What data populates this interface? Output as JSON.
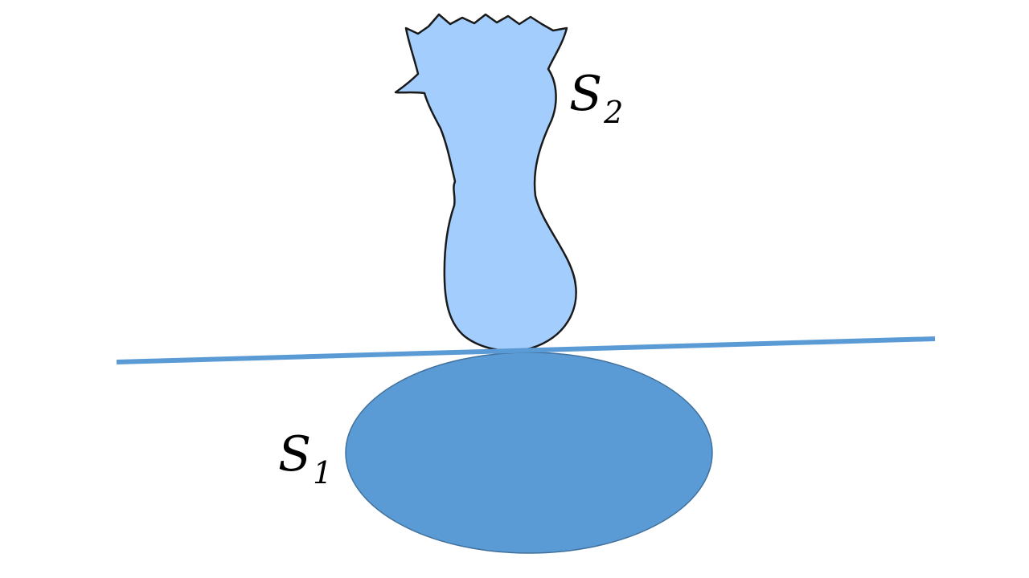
{
  "diagram": {
    "labels": {
      "s2": {
        "main": "S",
        "sub": "2"
      },
      "s1": {
        "main": "S",
        "sub": "1"
      }
    },
    "colors": {
      "background": "#ffffff",
      "s1_fill": "#5b9bd5",
      "s1_stroke": "#41719c",
      "s2_fill": "#a3cdfd",
      "s2_stroke": "#1a1a1a",
      "tangent_line": "#5b9bd5",
      "label_text": "#000000"
    }
  }
}
